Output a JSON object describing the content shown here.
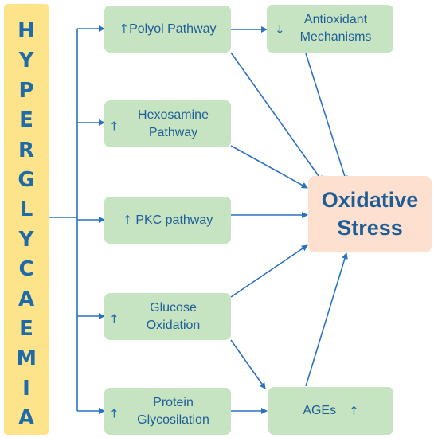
{
  "side_label": "HYPERGLYCAEMIA",
  "up_arrow": "↑",
  "down_arrow": "↓",
  "nodes": {
    "polyol": {
      "label": "Polyol Pathway"
    },
    "antioxidant": {
      "line1": "Antioxidant",
      "line2": "Mechanisms"
    },
    "hexosamine": {
      "line1": "Hexosamine",
      "line2": "Pathway"
    },
    "pkc": {
      "label": "PKC pathway"
    },
    "glucose": {
      "line1": "Glucose",
      "line2": "Oxidation"
    },
    "protein": {
      "line1": "Protein",
      "line2": "Glycosilation"
    },
    "ages": {
      "label": "AGEs"
    },
    "oxidative": {
      "line1": "Oxidative",
      "line2": "Stress"
    }
  },
  "colors": {
    "bar": "#fde38a",
    "box": "#c6e4c2",
    "target": "#fde0cf",
    "text": "#1f5d96",
    "arrow": "#2a72c0"
  }
}
